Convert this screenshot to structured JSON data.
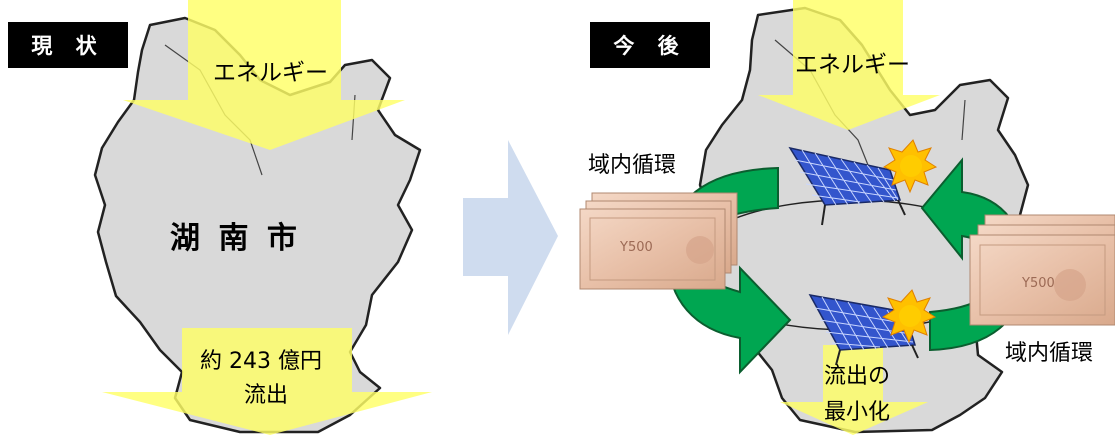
{
  "current": {
    "tag": "現 状",
    "city_label": "湖 南 市",
    "energy_label": "エネルギー",
    "outflow_label_line1": "約 243 億円",
    "outflow_label_line2": "流出"
  },
  "future": {
    "tag": "今 後",
    "energy_label": "エネルギー",
    "circulation_left": "域内循環",
    "circulation_right": "域内循環",
    "outflow_label_line1": "流出の",
    "outflow_label_line2": "最小化"
  },
  "banknote_text": "Y500",
  "colors": {
    "map_fill": "#d9d9d9",
    "map_stroke": "#222222",
    "yellow_arrow": "#ffff66",
    "transition_arrow": "#cfdcef",
    "green_arrow": "#00a651",
    "solar_panel": "#3355cc",
    "sun": "#ffc000",
    "tag_bg": "#000000"
  }
}
